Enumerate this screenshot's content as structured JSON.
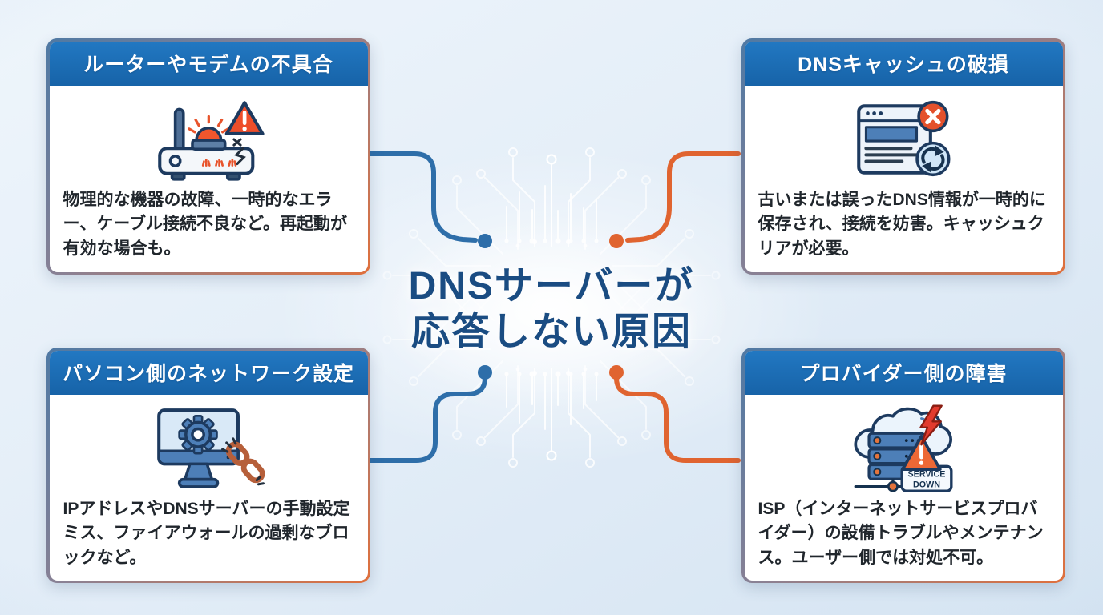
{
  "title": {
    "line1": "DNSサーバーが",
    "line2": "応答しない原因"
  },
  "cards": [
    {
      "header": "ルーターやモデムの不具合",
      "body": "物理的な機器の故障、一時的なエラー、ケーブル接続不良など。再起動が有効な場合も。",
      "icon": "router-alert-icon"
    },
    {
      "header": "DNSキャッシュの破損",
      "body": "古いまたは誤ったDNS情報が一時的に保存され、接続を妨害。キャッシュクリアが必要。",
      "icon": "browser-error-refresh-icon"
    },
    {
      "header": "パソコン側のネットワーク設定",
      "body": "IPアドレスやDNSサーバーの手動設定ミス、ファイアウォールの過剰なブロックなど。",
      "icon": "monitor-gear-broken-link-icon"
    },
    {
      "header": "プロバイダー側の障害",
      "body": "ISP（インターネットサービスプロバイダー）の設備トラブルやメンテナンス。ユーザー側では対処不可。",
      "icon": "cloud-server-outage-icon"
    }
  ],
  "icons": {
    "service_down_line1": "SERVICE",
    "service_down_line2": "DOWN"
  },
  "colors": {
    "header_blue": "#1b6cb4",
    "title_navy": "#1a4c82",
    "connector_blue": "#2e6ea9",
    "connector_orange": "#e06430",
    "alert_red": "#e4512c",
    "warning_orange": "#ed6835",
    "card_border_blue": "#4f79a4",
    "card_border_orange": "#e0703c",
    "background_light": "#eef5fb",
    "background_dark": "#d5e4f2"
  }
}
